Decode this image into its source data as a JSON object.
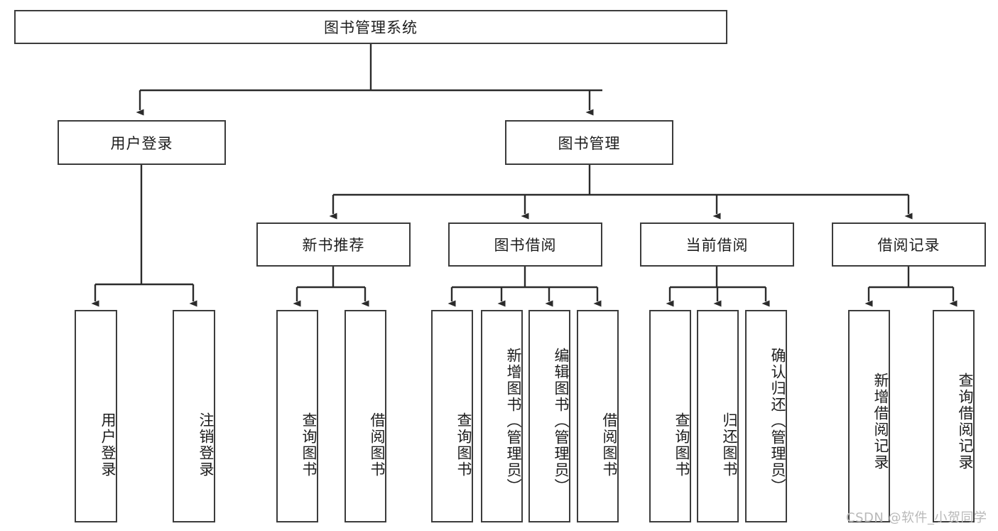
{
  "diagram": {
    "title": "图书管理系统",
    "type": "hierarchy-tree",
    "root": {
      "label": "图书管理系统"
    },
    "level2": [
      {
        "label": "用户登录"
      },
      {
        "label": "图书管理"
      }
    ],
    "level3": [
      {
        "label": "新书推荐"
      },
      {
        "label": "图书借阅"
      },
      {
        "label": "当前借阅"
      },
      {
        "label": "借阅记录"
      }
    ],
    "leaves": {
      "user_login": [
        {
          "label": "用户登录"
        },
        {
          "label": "注销登录"
        }
      ],
      "new_book": [
        {
          "label": "查询图书"
        },
        {
          "label": "借阅图书"
        }
      ],
      "book_borrow": [
        {
          "label": "查询图书"
        },
        {
          "label": "新增图书（管理员）"
        },
        {
          "label": "编辑图书（管理员）"
        },
        {
          "label": "借阅图书"
        }
      ],
      "current_borrow": [
        {
          "label": "查询图书"
        },
        {
          "label": "归还图书"
        },
        {
          "label": "确认归还（管理员）"
        }
      ],
      "borrow_record": [
        {
          "label": "新增借阅记录"
        },
        {
          "label": "查询借阅记录"
        }
      ]
    }
  },
  "watermark": {
    "text": "CSDN @软件_小贺同学"
  },
  "colors": {
    "stroke": "#3c3c3c",
    "fill": "#ffffff",
    "text": "#1d1d1d",
    "watermark": "#b9b9b9"
  }
}
